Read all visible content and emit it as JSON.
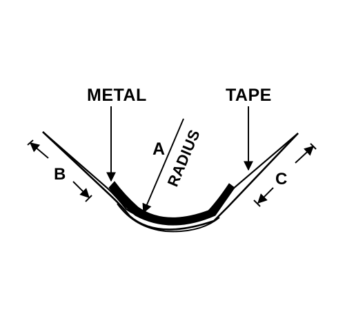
{
  "labels": {
    "metal": "METAL",
    "tape": "TAPE",
    "a": "A",
    "radius": "RADIUS",
    "b": "B",
    "c": "C"
  },
  "colors": {
    "ink": "#000000",
    "background": "#ffffff",
    "tape": "#000000"
  }
}
